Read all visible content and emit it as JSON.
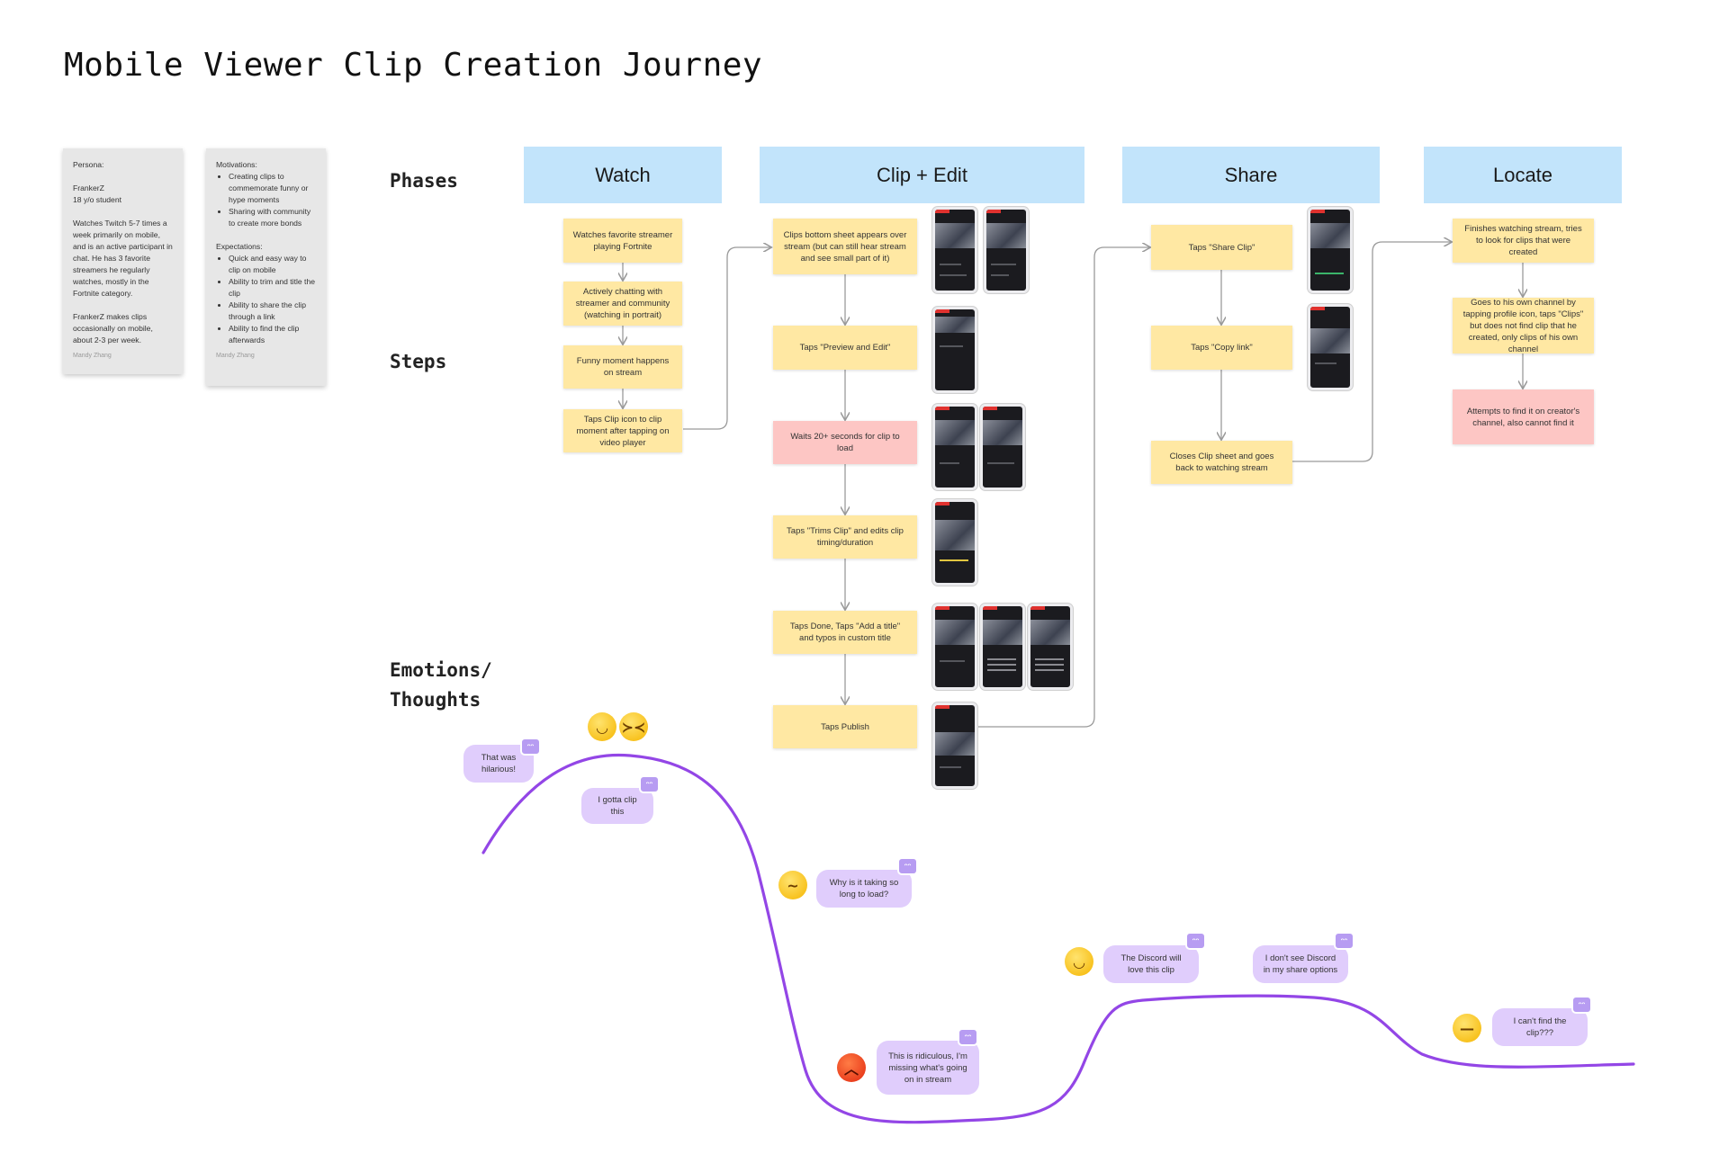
{
  "title": "Mobile Viewer Clip Creation Journey",
  "persona": {
    "label": "Persona:",
    "name": "FrankerZ",
    "age": "18 y/o student",
    "bio": "Watches Twitch 5-7 times a week primarily on mobile, and is an active participant in chat. He has 3 favorite streamers he regularly watches, mostly in the Fortnite category.",
    "habits": "FrankerZ makes clips occasionally on mobile, about 2-3 per week.",
    "author": "Mandy Zhang"
  },
  "goals": {
    "motivations_label": "Motivations:",
    "motivations": [
      "Creating clips to commemorate funny or hype moments",
      "Sharing with community to create more bonds"
    ],
    "expectations_label": "Expectations:",
    "expectations": [
      "Quick and easy way to clip on mobile",
      "Ability to trim and title the clip",
      "Ability to share the clip through a link",
      "Ability to find the clip afterwards"
    ],
    "author": "Mandy Zhang"
  },
  "row_labels": {
    "phases": "Phases",
    "steps": "Steps",
    "emotions_line1": "Emotions/",
    "emotions_line2": "Thoughts"
  },
  "phases": [
    "Watch",
    "Clip + Edit",
    "Share",
    "Locate"
  ],
  "steps": {
    "watch": [
      "Watches favorite streamer playing Fortnite",
      "Actively chatting with streamer and community (watching in portrait)",
      "Funny moment happens on stream",
      "Taps Clip icon to clip moment after tapping on video player"
    ],
    "clip_edit": [
      "Clips bottom sheet appears over stream (but can still hear stream and see small part of it)",
      "Taps \"Preview and Edit\"",
      "Waits 20+ seconds for clip to load",
      "Taps \"Trims Clip\" and edits clip timing/duration",
      "Taps Done, Taps \"Add a title\" and typos in custom title",
      "Taps Publish"
    ],
    "share": [
      "Taps \"Share Clip\"",
      "Taps \"Copy link\"",
      "Closes Clip sheet and goes back to watching stream"
    ],
    "locate": [
      "Finishes watching stream, tries to look for clips that were created",
      "Goes to his own channel by tapping profile icon, taps \"Clips\" but does not find clip that he created, only clips of his own channel",
      "Attempts to find it on creator's channel, also cannot find it"
    ]
  },
  "thoughts": [
    "That was hilarious!",
    "I gotta clip this",
    "Why is it taking so long to load?",
    "This is ridiculous, I'm missing what's going on in stream",
    "The Discord will love this clip",
    "I don't see Discord in my share options",
    "I can't find the clip???"
  ],
  "emoji_names": [
    "grinning-face-icon",
    "laughing-face-icon",
    "confused-face-icon",
    "angry-face-icon",
    "smiling-face-icon",
    "neutral-face-icon"
  ],
  "colors": {
    "phase": "#c2e4fb",
    "step": "#ffe8a3",
    "pain_point": "#fdc6c4",
    "thought": "#e0cdfc",
    "emotion_curve": "#9346e6",
    "connector": "#9a9a9a"
  }
}
